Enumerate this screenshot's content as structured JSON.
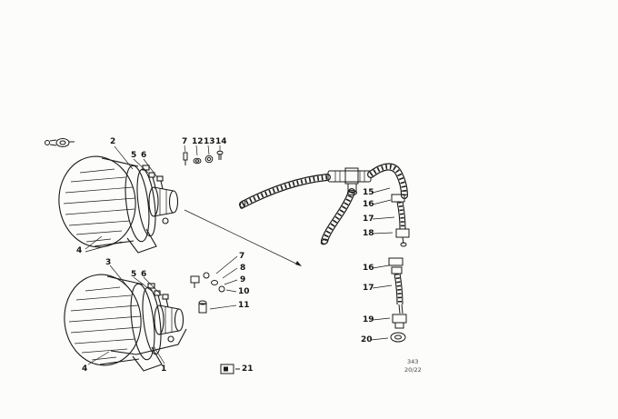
{
  "callouts": {
    "c1": "1",
    "c2": "2",
    "c3": "3",
    "c4a": "4",
    "c4b": "4",
    "c5a": "5",
    "c5b": "5",
    "c6a": "6",
    "c6b": "6",
    "c7a": "7",
    "c7b": "7",
    "c8": "8",
    "c9": "9",
    "c10": "10",
    "c11": "11",
    "c12": "12",
    "c13": "13",
    "c14": "14",
    "c15": "15",
    "c16a": "16",
    "c16b": "16",
    "c17a": "17",
    "c17b": "17",
    "c18": "18",
    "c19": "19",
    "c20": "20",
    "c21": "21"
  },
  "footer": {
    "sheet": "343",
    "page": "20/22"
  }
}
